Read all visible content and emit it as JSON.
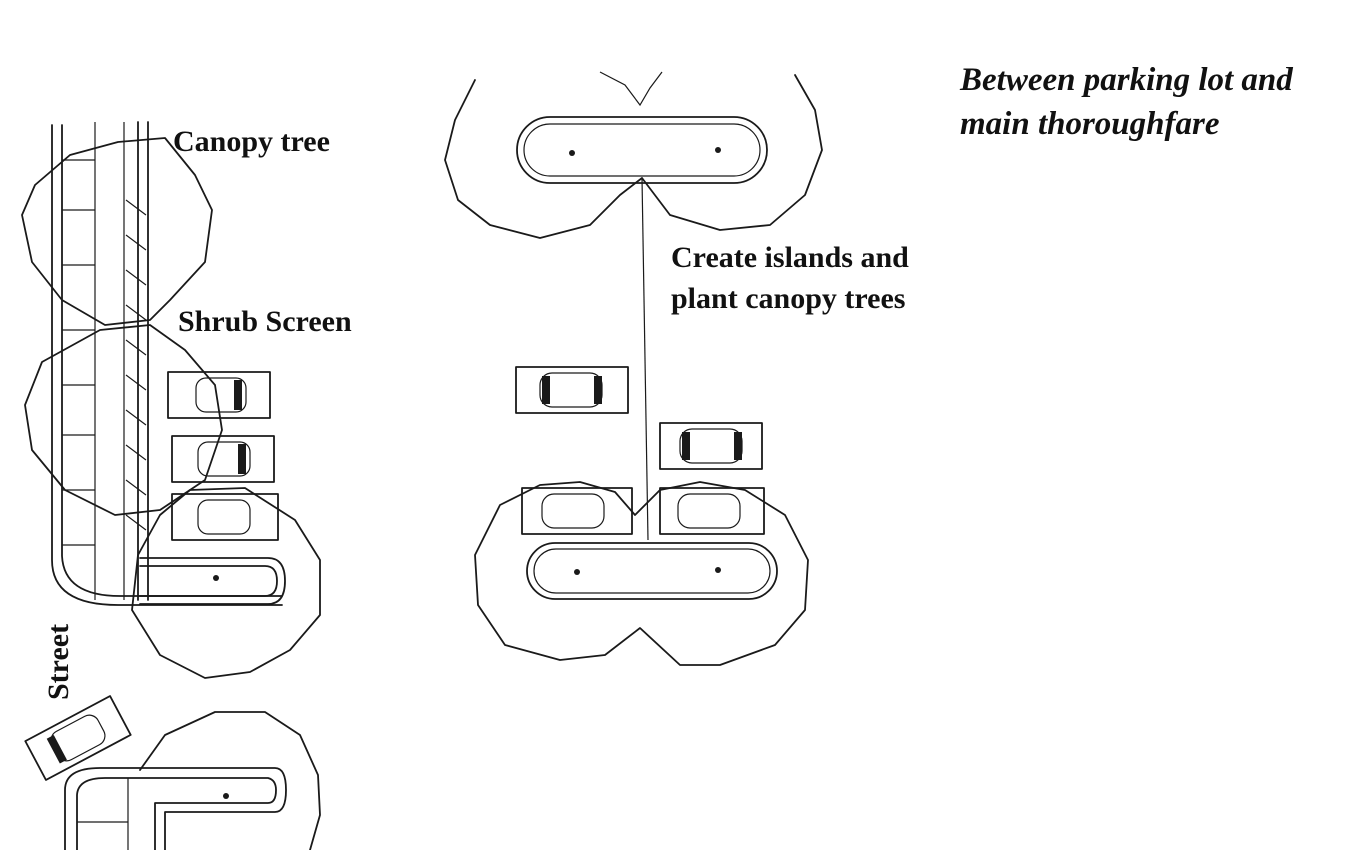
{
  "labels": {
    "canopy_tree": "Canopy tree",
    "shrub_screen": "Shrub Screen",
    "street": "Street",
    "create_islands_line1": "Create islands and",
    "create_islands_line2": "plant canopy trees",
    "caption_line1": "Between parking lot and",
    "caption_line2": "main thoroughfare"
  },
  "colors": {
    "ink": "#1a1a1a",
    "background": "#ffffff"
  }
}
